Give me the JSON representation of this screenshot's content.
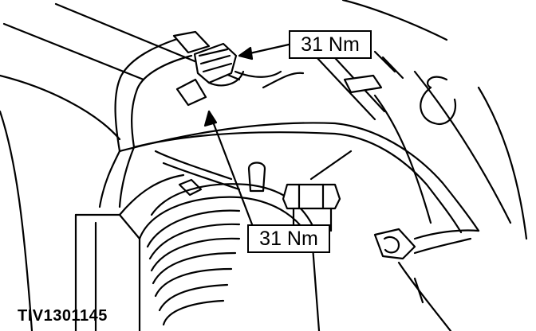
{
  "diagram": {
    "callouts": [
      {
        "text": "31 Nm"
      },
      {
        "text": "31 Nm"
      }
    ],
    "figure_id": "TIV1301145"
  }
}
